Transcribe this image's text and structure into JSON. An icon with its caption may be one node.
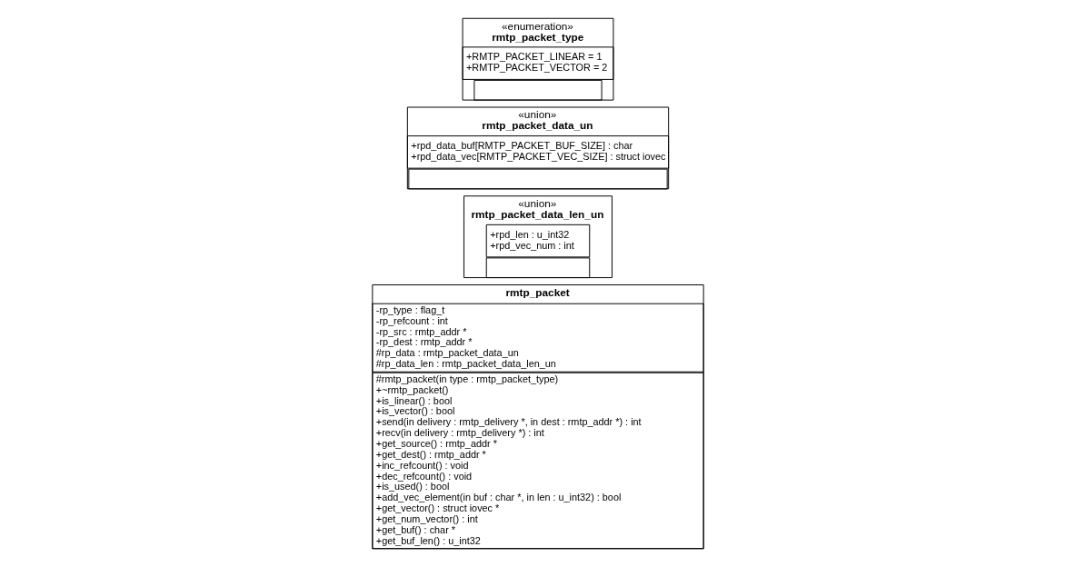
{
  "diagram": {
    "nodes": [
      {
        "text": [
          "«enumeration»",
          "rmtp_packet_type"
        ]
      },
      {
        "text": [
          "+RMTP_PACKET_LINEAR = 1",
          "+RMTP_PACKET_VECTOR = 2"
        ],
        "in": 0
      },
      {
        "text": [],
        "shape": "box",
        "in": 0
      },
      {
        "text": [
          "«union»",
          "rmtp_packet_data_un"
        ]
      },
      {
        "text": [
          "+rpd_data_buf[RMTP_PACKET_BUF_SIZE] : char",
          "+rpd_data_vec[RMTP_PACKET_VEC_SIZE] : struct iovec"
        ],
        "in": 3
      },
      {
        "text": [],
        "shape": "box",
        "in": 3
      },
      {
        "text": [
          "«union»",
          "rmtp_packet_data_len_un"
        ]
      },
      {
        "text": [
          "+rpd_len : u_int32",
          "+rpd_vec_num : int"
        ],
        "in": 6
      },
      {
        "text": [],
        "shape": "box",
        "in": 6
      },
      {
        "text": [
          "rmtp_packet"
        ]
      },
      {
        "text": [
          "-rp_type : flag_t",
          "-rp_refcount : int",
          "-rp_src : rmtp_addr *",
          "-rp_dest : rmtp_addr *",
          "#rp_data : rmtp_packet_data_un",
          "#rp_data_len : rmtp_packet_data_len_un"
        ],
        "in": 9
      },
      {
        "text": [
          "#rmtp_packet(in type : rmtp_packet_type)",
          "+~rmtp_packet()",
          "+is_linear() : bool",
          "+is_vector() : bool",
          "+send(in delivery : rmtp_delivery *, in dest : rmtp_addr *) : int",
          "+recv(in delivery : rmtp_delivery *) : int",
          "+get_source() : rmtp_addr *",
          "+get_dest() : rmtp_addr *",
          "+inc_refcount() : void",
          "+dec_refcount() : void",
          "+is_used() : bool",
          "+add_vec_element(in buf : char *, in len : u_int32) : bool",
          "+get_vector() : struct iovec *",
          "+get_num_vector() : int",
          "+get_buf() : char *",
          "+get_buf_len() : u_int32"
        ],
        "in": 9
      }
    ],
    "edges": []
  }
}
